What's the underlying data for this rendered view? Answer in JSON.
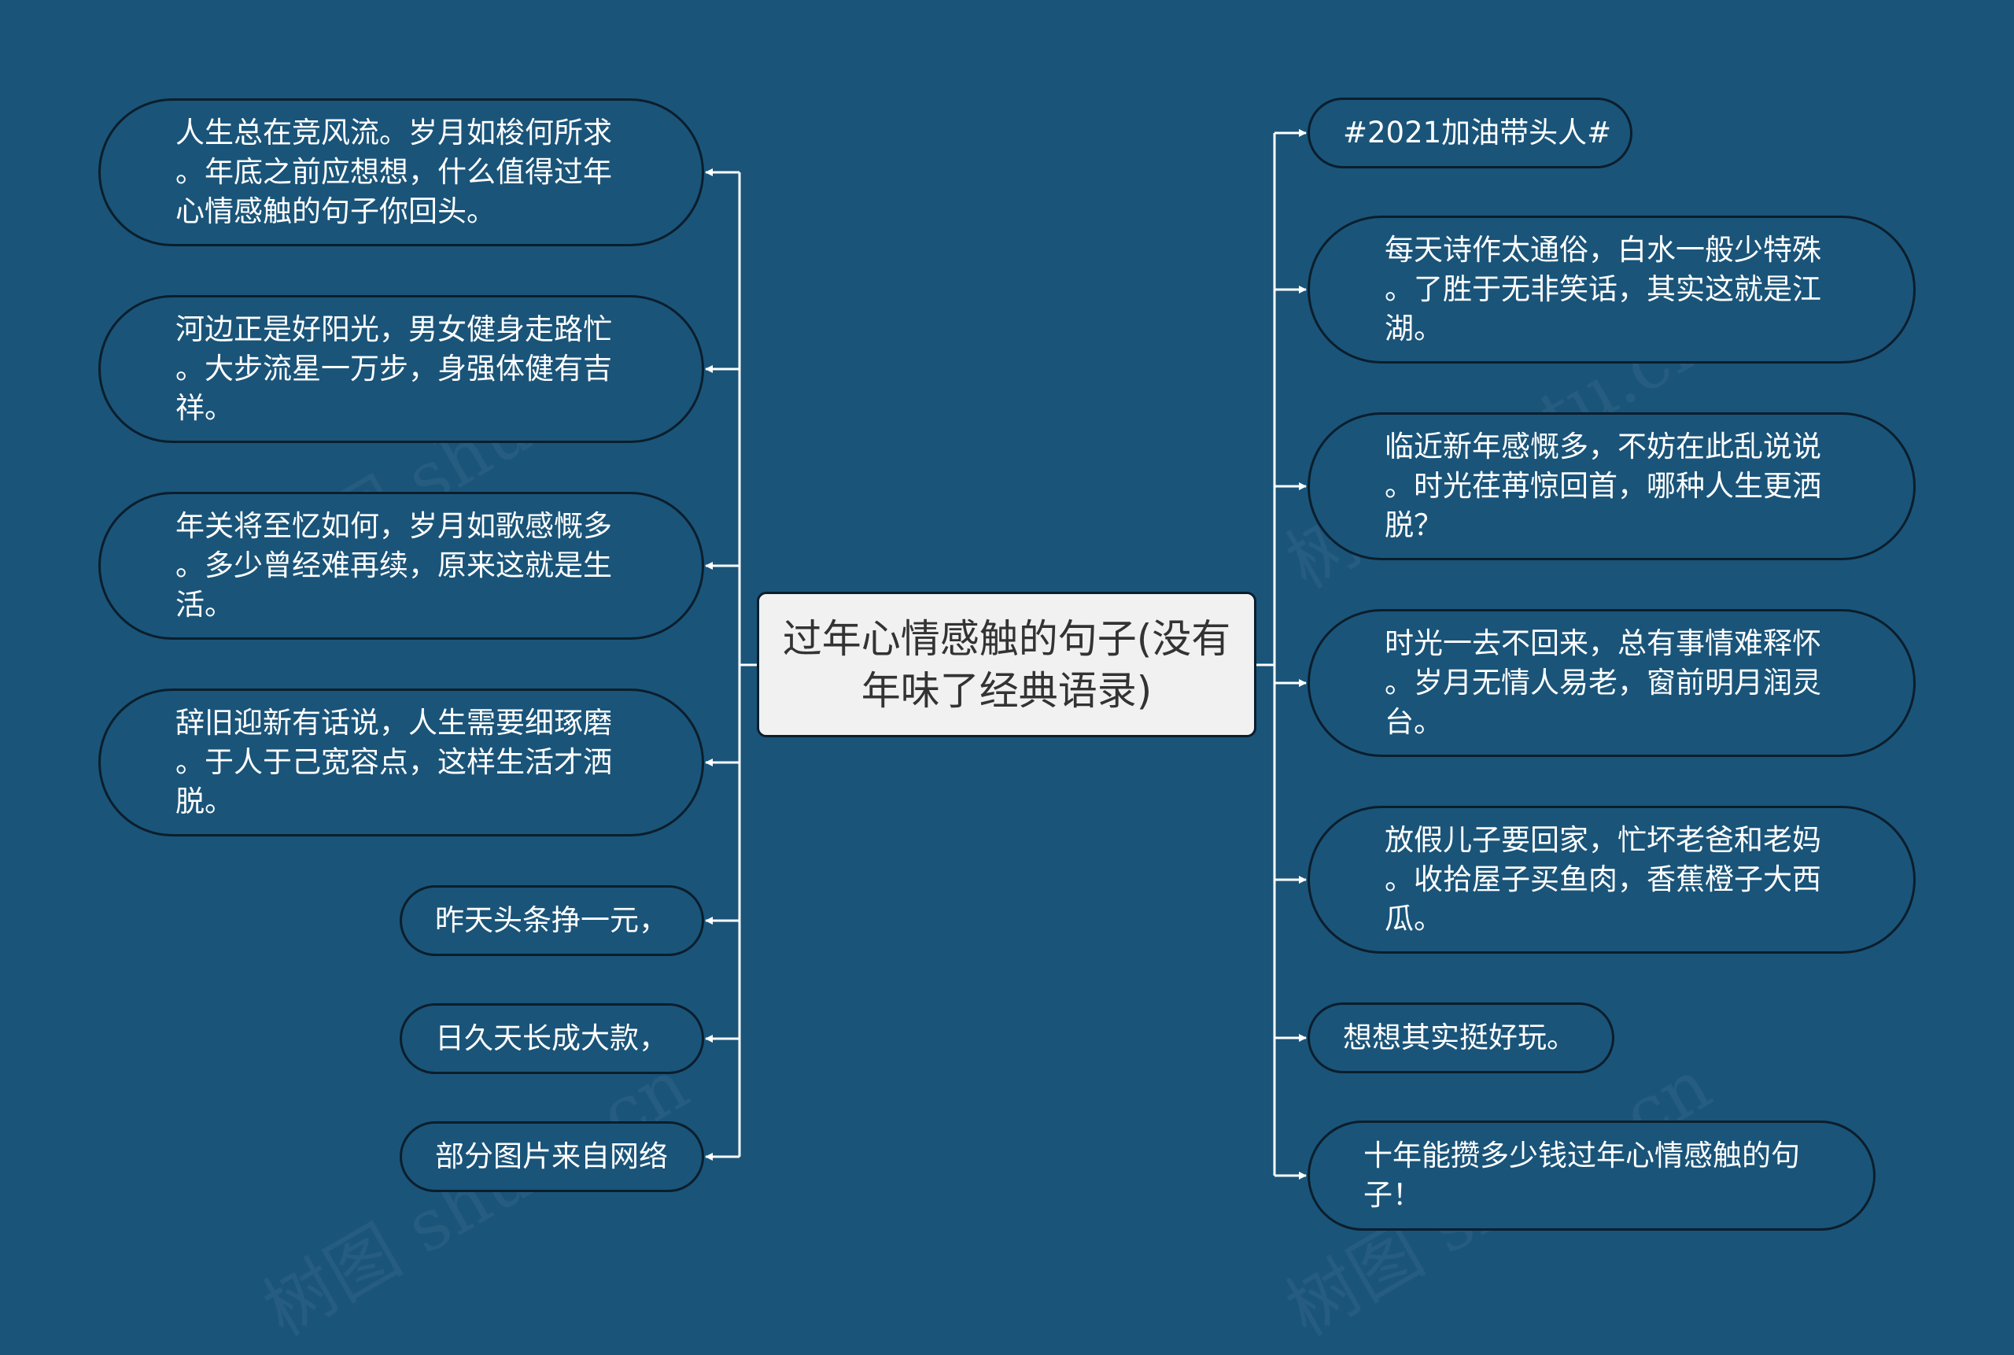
{
  "root": {
    "label": "过年心情感触的句子(没有\n年味了经典语录)"
  },
  "left_nodes": [
    {
      "text": "人生总在竞风流。岁月如梭何所求\n。年底之前应想想，什么值得过年\n心情感触的句子你回头。"
    },
    {
      "text": "河边正是好阳光，男女健身走路忙\n。大步流星一万步，身强体健有吉\n祥。"
    },
    {
      "text": "年关将至忆如何，岁月如歌感慨多\n。多少曾经难再续，原来这就是生\n活。"
    },
    {
      "text": "辞旧迎新有话说，人生需要细琢磨\n。于人于己宽容点，这样生活才洒\n脱。"
    },
    {
      "text": "昨天头条挣一元，"
    },
    {
      "text": "日久天长成大款，"
    },
    {
      "text": "部分图片来自网络"
    }
  ],
  "right_nodes": [
    {
      "text": "#2021加油带头人#"
    },
    {
      "text": "每天诗作太通俗，白水一般少特殊\n。了胜于无非笑话，其实这就是江\n湖。"
    },
    {
      "text": "临近新年感慨多，不妨在此乱说说\n。时光荏苒惊回首，哪种人生更洒\n脱？"
    },
    {
      "text": "时光一去不回来，总有事情难释怀\n。岁月无情人易老，窗前明月润灵\n台。"
    },
    {
      "text": "放假儿子要回家，忙坏老爸和老妈\n。收拾屋子买鱼肉，香蕉橙子大西\n瓜。"
    },
    {
      "text": "想想其实挺好玩。"
    },
    {
      "text": "十年能攒多少钱过年心情感触的句\n子！"
    }
  ],
  "watermark": "树图 shutu.cn",
  "colors": {
    "background": "#1a5479",
    "root_fill": "#f1f1f1",
    "border": "#0b1e2c",
    "connector": "#ffffff"
  }
}
